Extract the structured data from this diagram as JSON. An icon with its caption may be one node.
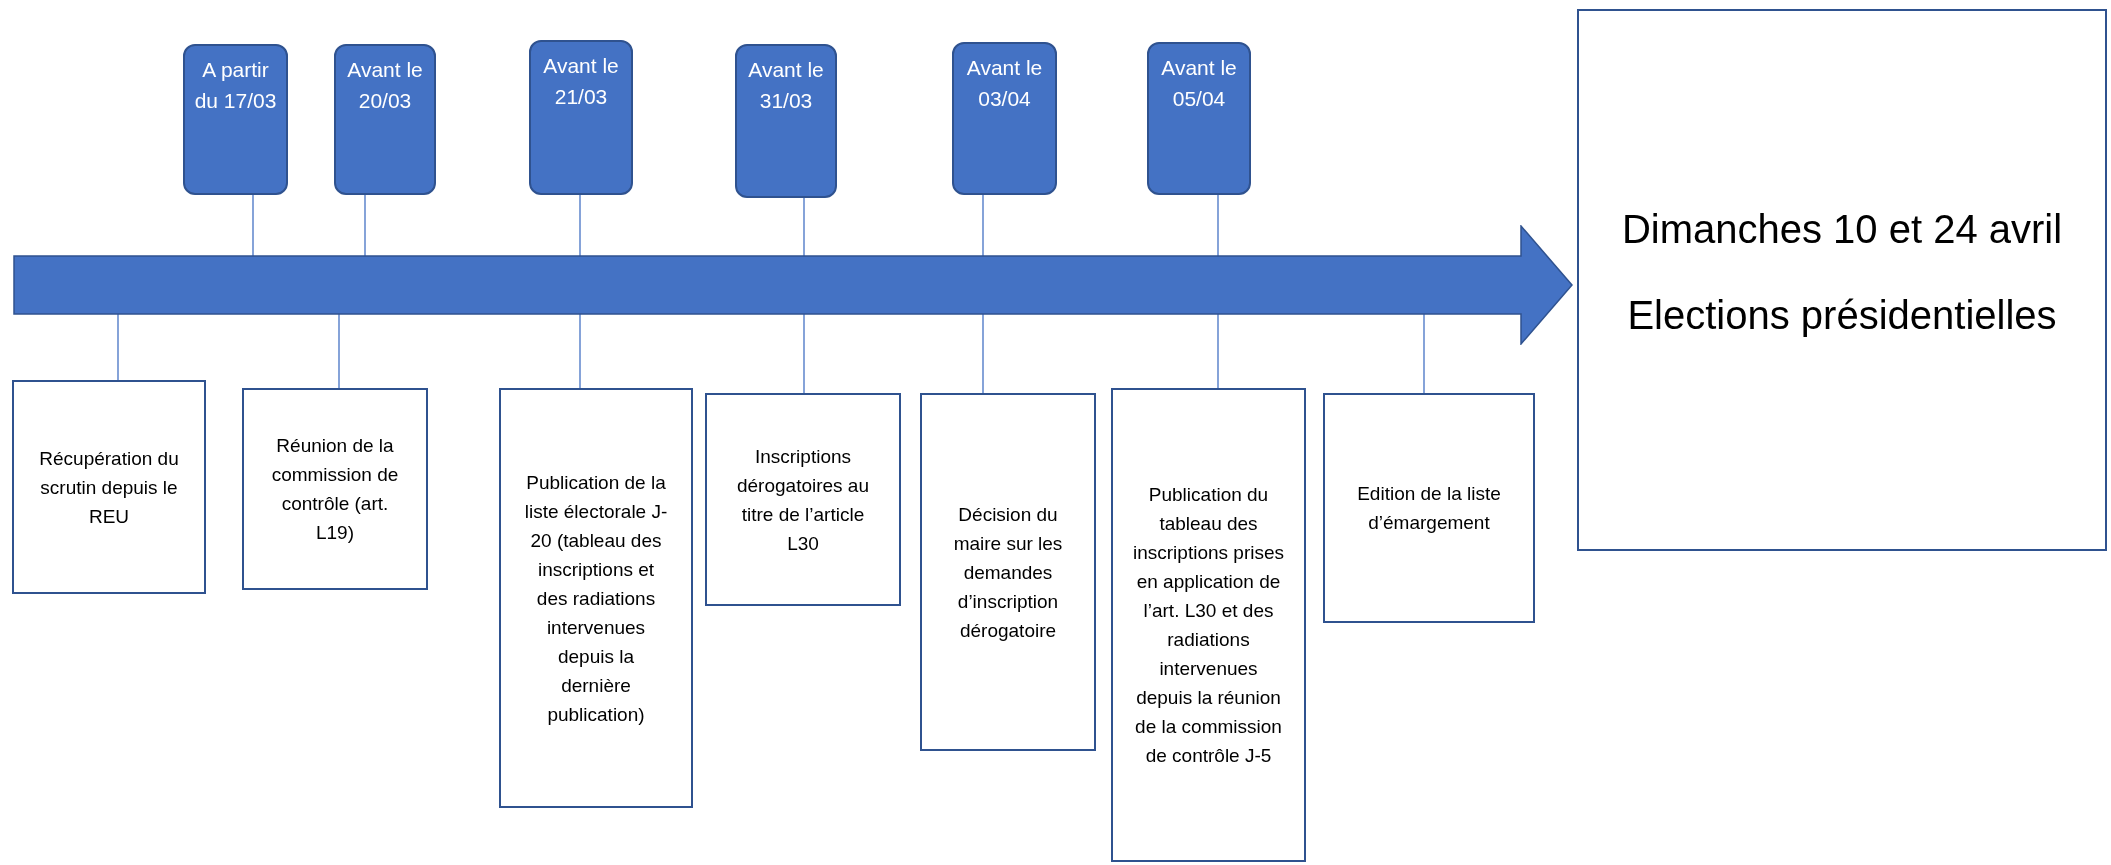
{
  "diagram": {
    "nodes": [
      {
        "text": [],
        "shape": "arrow"
      },
      {
        "text": [
          "A partir du 17/03"
        ]
      },
      {
        "text": [
          "Avant le 20/03"
        ]
      },
      {
        "text": [
          "Avant le 21/03"
        ]
      },
      {
        "text": [
          "Avant le 31/03"
        ]
      },
      {
        "text": [
          "Avant le 03/04"
        ]
      },
      {
        "text": [
          "Avant le 05/04"
        ]
      },
      {
        "text": [
          "Dimanches 10 et 24 avril",
          "Elections présidentielles"
        ]
      },
      {
        "text": [
          "Récupération du scrutin depuis le REU"
        ]
      },
      {
        "text": [
          "Réunion de la commission de contrôle (art. L19)"
        ]
      },
      {
        "text": [
          "Publication de la liste électorale J-20 (tableau des inscriptions et des radiations intervenues depuis la dernière publication)"
        ]
      },
      {
        "text": [
          "Inscriptions dérogatoires au titre de l’article L30"
        ]
      },
      {
        "text": [
          "Décision du maire sur les demandes d’inscription dérogatoire"
        ]
      },
      {
        "text": [
          "Publication du tableau des inscriptions prises en application de l’art. L30 et des radiations intervenues depuis la réunion de la commission de contrôle J-5"
        ]
      },
      {
        "text": [
          "Edition de la liste d’émargement"
        ]
      }
    ],
    "edges": [
      {
        "from": 1,
        "to": 0,
        "arrow": "none"
      },
      {
        "from": 2,
        "to": 0,
        "arrow": "none"
      },
      {
        "from": 3,
        "to": 0,
        "arrow": "none"
      },
      {
        "from": 4,
        "to": 0,
        "arrow": "none"
      },
      {
        "from": 5,
        "to": 0,
        "arrow": "none"
      },
      {
        "from": 6,
        "to": 0,
        "arrow": "none"
      },
      {
        "from": 0,
        "to": 8,
        "arrow": "none"
      },
      {
        "from": 0,
        "to": 9,
        "arrow": "none"
      },
      {
        "from": 0,
        "to": 10,
        "arrow": "none"
      },
      {
        "from": 0,
        "to": 11,
        "arrow": "none"
      },
      {
        "from": 0,
        "to": 12,
        "arrow": "none"
      },
      {
        "from": 0,
        "to": 13,
        "arrow": "none"
      },
      {
        "from": 0,
        "to": 14,
        "arrow": "none"
      }
    ]
  }
}
